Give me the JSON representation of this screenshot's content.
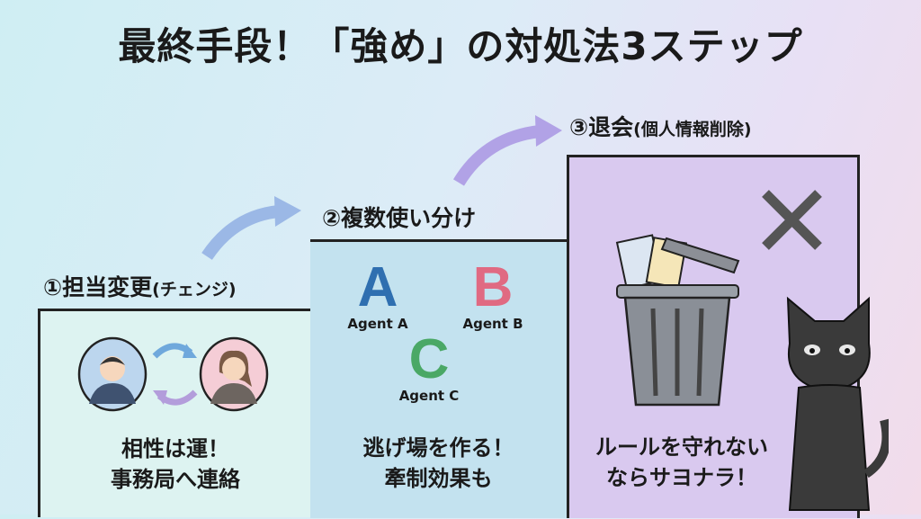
{
  "title": "最終手段！「強め」の対処法3ステップ",
  "steps": [
    {
      "label": "①担当変更",
      "sub": "(チェンジ)",
      "caption_line1": "相性は運！",
      "caption_line2": "事務局へ連絡"
    },
    {
      "label": "②複数使い分け",
      "caption_line1": "逃げ場を作る！",
      "caption_line2": "牽制効果も",
      "agents": [
        {
          "letter": "A",
          "name": "Agent A",
          "color": "#2f6fb0"
        },
        {
          "letter": "B",
          "name": "Agent B",
          "color": "#e06a82"
        },
        {
          "letter": "C",
          "name": "Agent C",
          "color": "#4aa866"
        }
      ]
    },
    {
      "label": "③退会",
      "sub": "(個人情報削除)",
      "caption_line1": "ルールを守れない",
      "caption_line2": "ならサヨナラ！"
    }
  ]
}
